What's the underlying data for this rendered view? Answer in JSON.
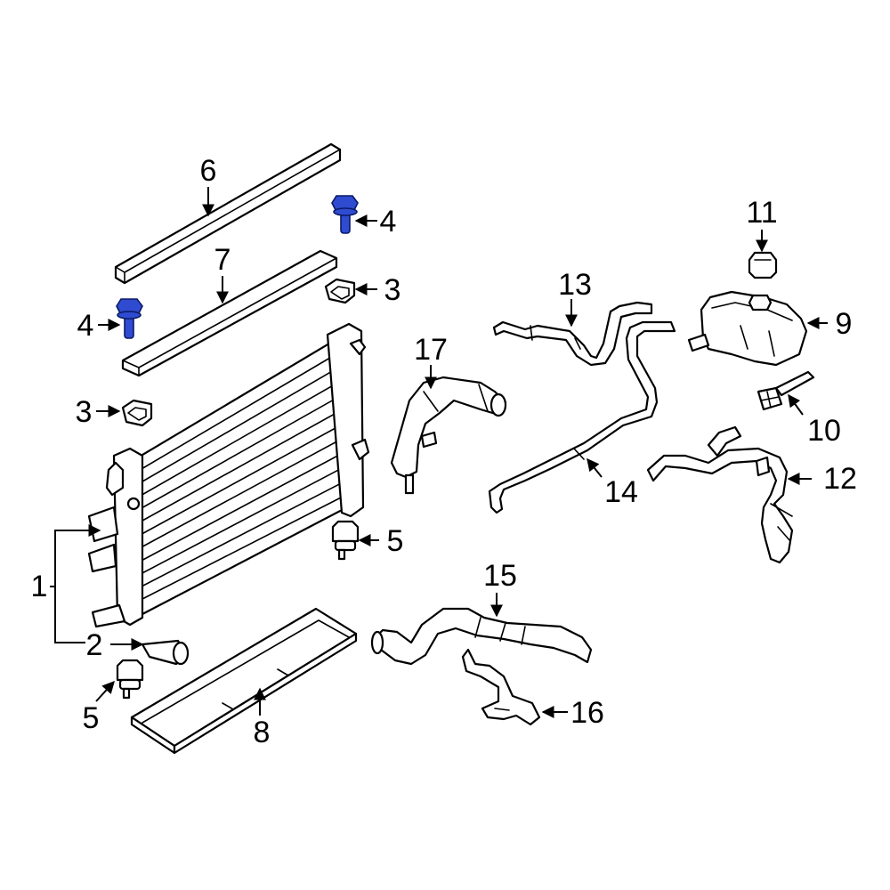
{
  "diagram": {
    "highlight_color": "#2f4bd0",
    "callouts": [
      {
        "id": "c6",
        "label": "6"
      },
      {
        "id": "c4a",
        "label": "4"
      },
      {
        "id": "c7",
        "label": "7"
      },
      {
        "id": "c3a",
        "label": "3"
      },
      {
        "id": "c4b",
        "label": "4"
      },
      {
        "id": "c3b",
        "label": "3"
      },
      {
        "id": "c11",
        "label": "11"
      },
      {
        "id": "c13",
        "label": "13"
      },
      {
        "id": "c9",
        "label": "9"
      },
      {
        "id": "c17",
        "label": "17"
      },
      {
        "id": "c10",
        "label": "10"
      },
      {
        "id": "c12",
        "label": "12"
      },
      {
        "id": "c14",
        "label": "14"
      },
      {
        "id": "c5a",
        "label": "5"
      },
      {
        "id": "c1",
        "label": "1"
      },
      {
        "id": "c15",
        "label": "15"
      },
      {
        "id": "c2",
        "label": "2"
      },
      {
        "id": "c16",
        "label": "16"
      },
      {
        "id": "c5b",
        "label": "5"
      },
      {
        "id": "c8",
        "label": "8"
      }
    ]
  }
}
